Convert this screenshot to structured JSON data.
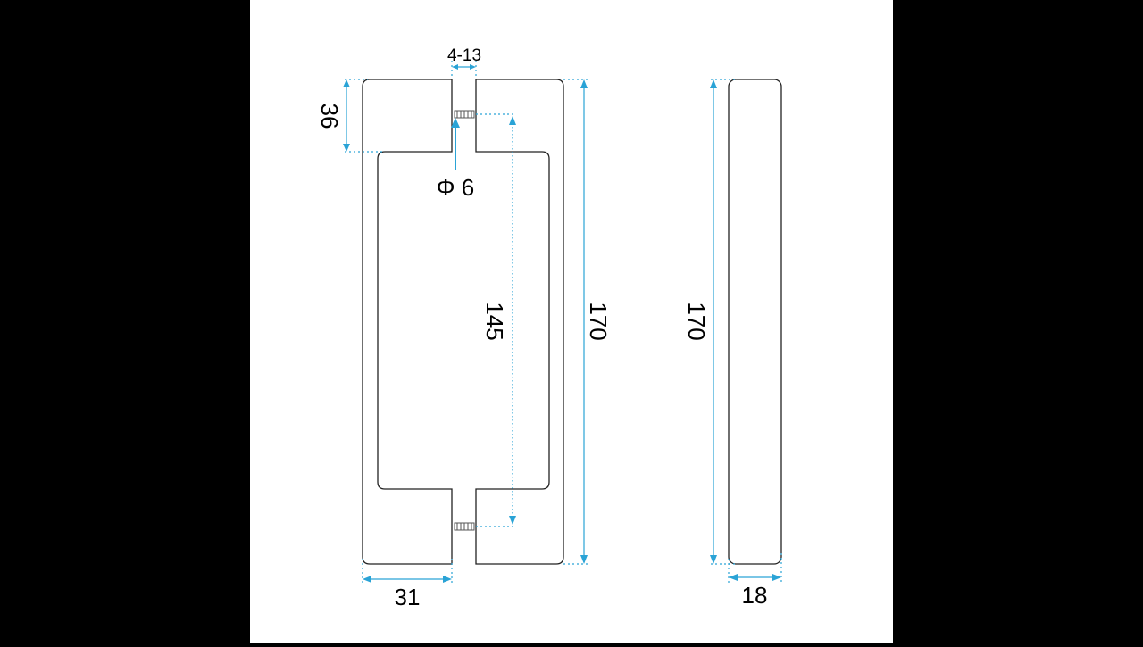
{
  "drawing": {
    "colors": {
      "background": "#ffffff",
      "frame": "#000000",
      "outline": "#222222",
      "dimension": "#2aa3d6",
      "text": "#000000",
      "screw": "#555555"
    },
    "labels": {
      "screw_spec": "4-13",
      "height_part": "36",
      "hole_diameter": "Φ 6",
      "center_distance": "145",
      "height_front": "170",
      "height_side": "170",
      "width_front": "31",
      "depth_side": "18"
    }
  }
}
